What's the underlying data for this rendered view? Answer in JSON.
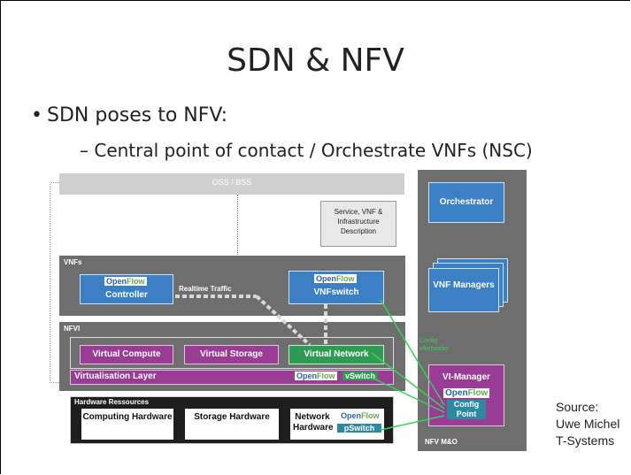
{
  "slide": {
    "title": "SDN & NFV",
    "bullet": "SDN poses to NFV:",
    "sub_bullet": "Central point of contact / Orchestrate VNFs (NSC)",
    "source_lines": [
      "Source:",
      "Uwe Michel",
      "T-Systems"
    ]
  },
  "diagram": {
    "oss_bss": "OSS / BSS",
    "service_desc": "Service, VNF & Infrastructure Description",
    "vnfs_label": "VNFs",
    "openflow_open": "Open",
    "openflow_flow": "Flow",
    "controller": "Controller",
    "realtime_traffic": "Realtime Traffic",
    "vnfswitch": "VNFswitch",
    "nfvi_label": "NFVI",
    "virtual_compute": "Virtual Compute",
    "virtual_storage": "Virtual Storage",
    "virtual_network": "Virtual Network",
    "virtualisation_layer": "Virtualisation Layer",
    "vswitch": "vSwitch",
    "hardware_resources": "Hardware Ressources",
    "computing_hardware": "Computing Hardware",
    "storage_hardware": "Storage Hardware",
    "network_hardware": "Network Hardware",
    "pswitch": "pSwitch",
    "orchestrator": "Orchestrator",
    "vnf_managers": "VNF Managers",
    "config_vnetworks": "Config vNetworks",
    "vi_manager": "VI-Manager",
    "config_point": "Config Point",
    "nfv_mano": "NFV M&O"
  },
  "colors": {
    "grey_band": "#6e6e6e",
    "blue": "#3b7fc4",
    "purple": "#9a3c95",
    "green": "#2e9b52",
    "connector_green": "#39d353"
  }
}
